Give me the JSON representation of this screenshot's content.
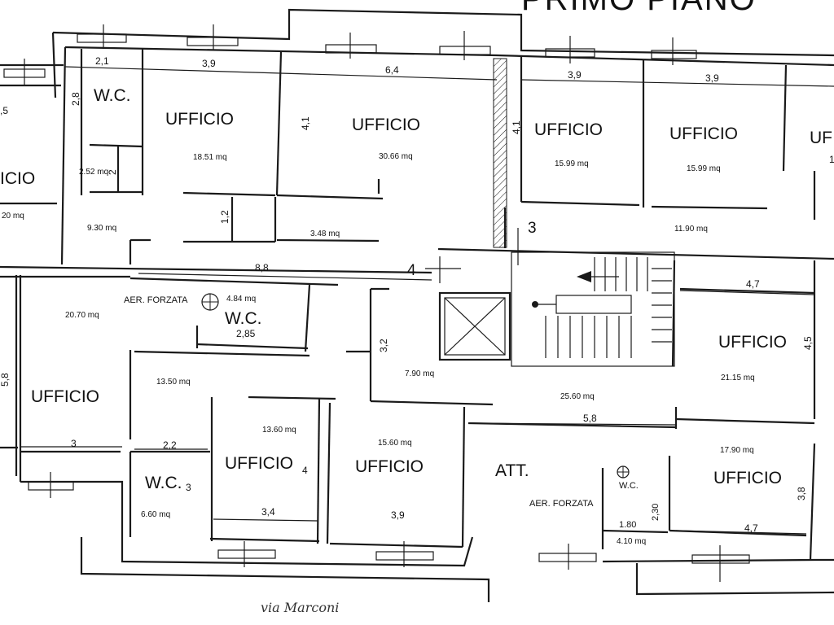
{
  "title": "PRIMO PIANO",
  "street": "via Marconi",
  "rooms": {
    "office_a": {
      "name": "UFFICIO",
      "area": "18.51 mq"
    },
    "office_b": {
      "name": "UFFICIO",
      "area": "30.66 mq"
    },
    "office_c": {
      "name": "UFFICIO",
      "area": "15.99 mq"
    },
    "office_d": {
      "name": "UFFICIO",
      "area": "15.99 mq"
    },
    "office_e": {
      "name": "UF"
    },
    "office_left_top": {
      "name": "ICIO",
      "area": "20 mq"
    },
    "office_left_mid": {
      "name": "UFFICIO",
      "area": "20.70 mq"
    },
    "office_right_mid": {
      "name": "UFFICIO",
      "area": "21.15 mq"
    },
    "office_bot_1": {
      "name": "UFFICIO",
      "area": "13.60 mq"
    },
    "office_bot_2": {
      "name": "UFFICIO",
      "area": "15.60 mq"
    },
    "office_bot_3": {
      "name": "UFFICIO",
      "area": "17.90 mq"
    },
    "wc_top": {
      "name": "W.C.",
      "area": "2.52 mq"
    },
    "wc_mid": {
      "name": "W.C.",
      "area": "4.84 mq"
    },
    "wc_bot": {
      "name": "W.C.",
      "area": "6.60 mq"
    },
    "wc_small": {
      "name": "W.C.",
      "area": "4.10 mq"
    },
    "att": {
      "name": "ATT."
    },
    "corridor_top": {
      "area": "9.30 mq"
    },
    "corridor_mid": {
      "area": "13.50 mq"
    },
    "hall_a": {
      "area": "3.48 mq"
    },
    "hall_b": {
      "area": "11.90 mq"
    },
    "hall_c": {
      "area": "7.90 mq"
    },
    "hall_d": {
      "area": "25.60 mq"
    }
  },
  "labels": {
    "aer1": "AER. FORZATA",
    "aer2": "AER. FORZATA",
    "mark3": "3",
    "mark4": "4"
  },
  "dims": {
    "d_21": "2,1",
    "d_39a": "3,9",
    "d_64": "6,4",
    "d_39b": "3,9",
    "d_39c": "3,9",
    "d_15": ",5",
    "d_28": "2,8",
    "d_41a": "4,1",
    "d_41b": "4,1",
    "d_12": "1,2",
    "d_88": "8,8",
    "d_285": "2,85",
    "d_32": "3,2",
    "d_47a": "4,7",
    "d_45": "4,5",
    "d_58a": "5,8",
    "d_58b": "5,8",
    "d_3": "3",
    "d_22": "2,2",
    "d_34": "3,4",
    "d_4": "4",
    "d_39d": "3,9",
    "d_180": "1.80",
    "d_230": "2,30",
    "d_47b": "4,7",
    "d_38": "3,8",
    "d_w3": "3",
    "d_12b": "2",
    "d_01": "1"
  }
}
